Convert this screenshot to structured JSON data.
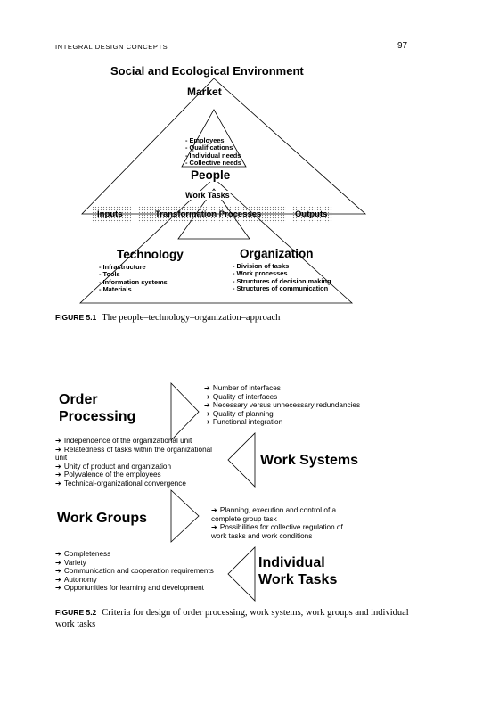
{
  "header": {
    "running_title": "INTEGRAL DESIGN CONCEPTS",
    "page_number": "97"
  },
  "figure1": {
    "environment_title": "Social and Ecological Environment",
    "market_label": "Market",
    "people_items": [
      "- Employees",
      "- Qualifications",
      "- Individual needs",
      "- Collective needs"
    ],
    "people_label": "People",
    "work_tasks_label": "Work Tasks",
    "band": {
      "inputs": "Inputs",
      "transformation": "Transformation Processes",
      "outputs": "Outputs"
    },
    "technology_label": "Technology",
    "technology_items": [
      "- Infrastructure",
      "- Tools",
      "- Information systems",
      "- Materials"
    ],
    "organization_label": "Organization",
    "organization_items": [
      "- Division of tasks",
      "- Work processes",
      "- Structures of decision making",
      "- Structures of communication"
    ],
    "caption_number": "FIGURE 5.1",
    "caption_text": "The people–technology–organization–approach"
  },
  "figure2": {
    "arrow_glyph": "➔",
    "order_processing_title": [
      "Order",
      "Processing"
    ],
    "order_processing_items": [
      "Number of interfaces",
      "Quality of interfaces",
      "Necessary versus unnecessary redundancies",
      "Quality of planning",
      "Functional integration"
    ],
    "work_systems_title": "Work Systems",
    "work_systems_items_a": [
      "Independence of the organizational unit",
      "Relatedness of tasks within the organizational"
    ],
    "work_systems_items_a_cont": "unit",
    "work_systems_items_b": [
      "Unity of product and organization",
      "Polyvalence of the employees",
      "Technical-organizational convergence"
    ],
    "work_groups_title": "Work Groups",
    "work_groups_item1": "Planning, execution and control of a",
    "work_groups_item1_cont": "complete group task",
    "work_groups_item2": "Possibilities for collective regulation of",
    "work_groups_item2_cont": "work tasks and work conditions",
    "individual_title": [
      "Individual",
      "Work Tasks"
    ],
    "individual_items": [
      "Completeness",
      "Variety",
      "Communication and cooperation requirements",
      "Autonomy",
      "Opportunities for learning and development"
    ],
    "caption_number": "FIGURE 5.2",
    "caption_text": "Criteria for design of order processing, work systems, work groups and individual work tasks"
  }
}
